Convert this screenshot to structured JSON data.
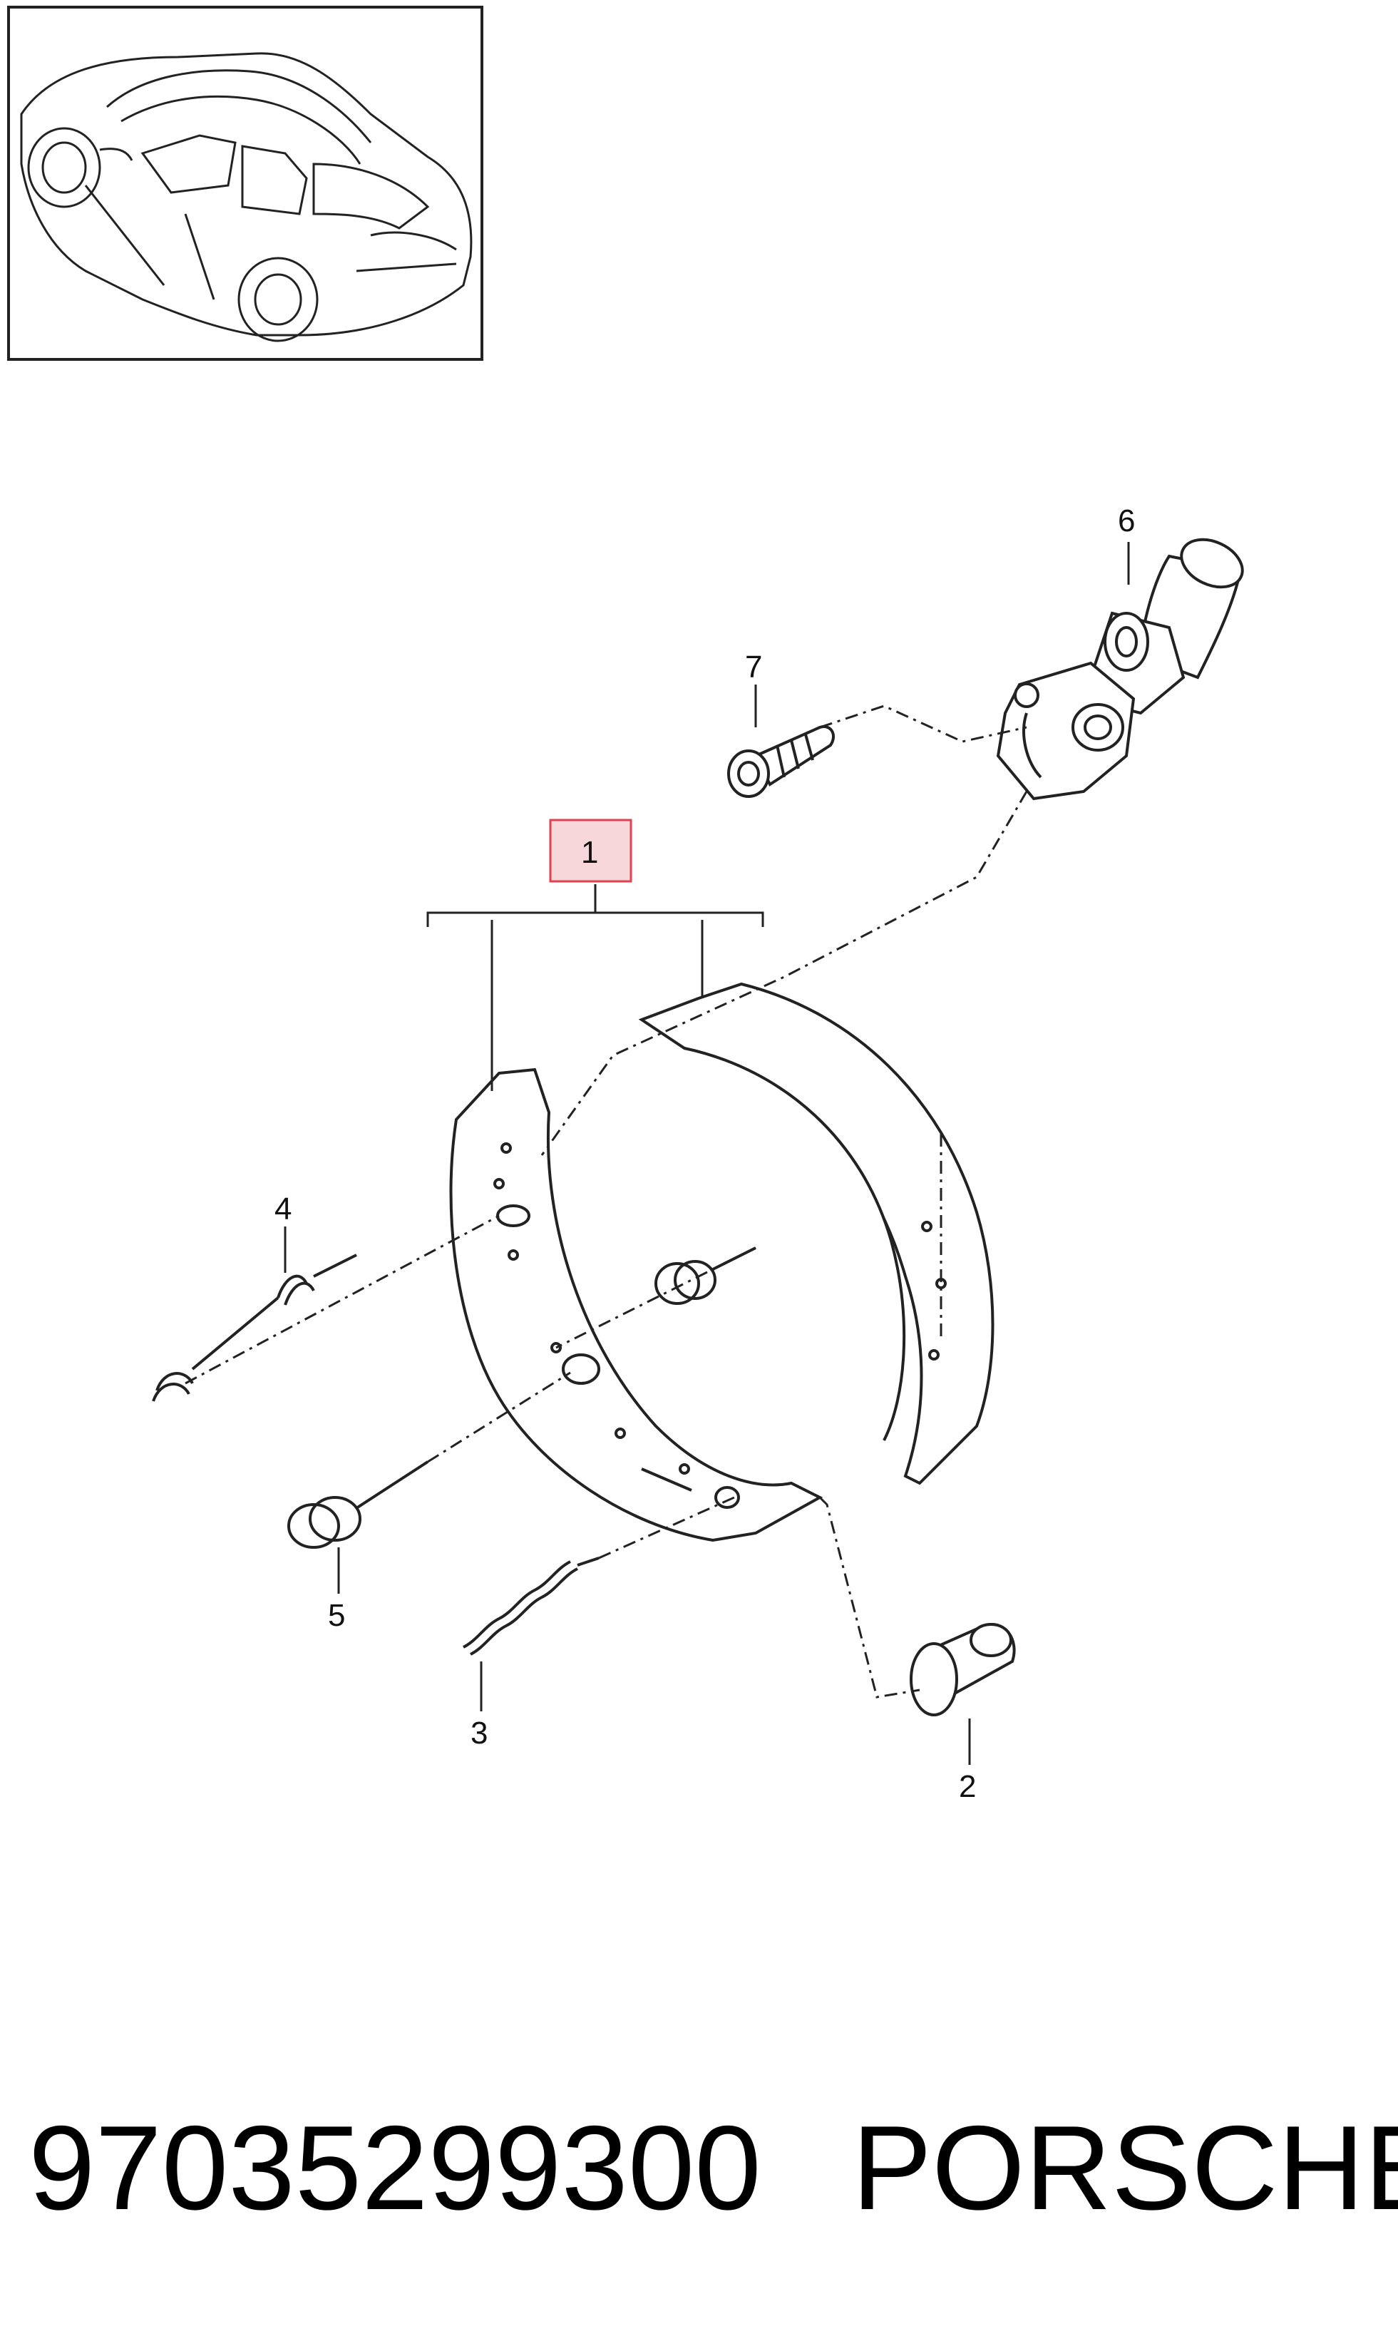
{
  "callouts": {
    "c1": "1",
    "c2": "2",
    "c3": "3",
    "c4": "4",
    "c5": "5",
    "c6": "6",
    "c7": "7"
  },
  "highlight_color": "#f7d7da",
  "highlight_border": "#e04050",
  "footer": {
    "part_number": "97035299300",
    "brand": "PORSCHE"
  }
}
